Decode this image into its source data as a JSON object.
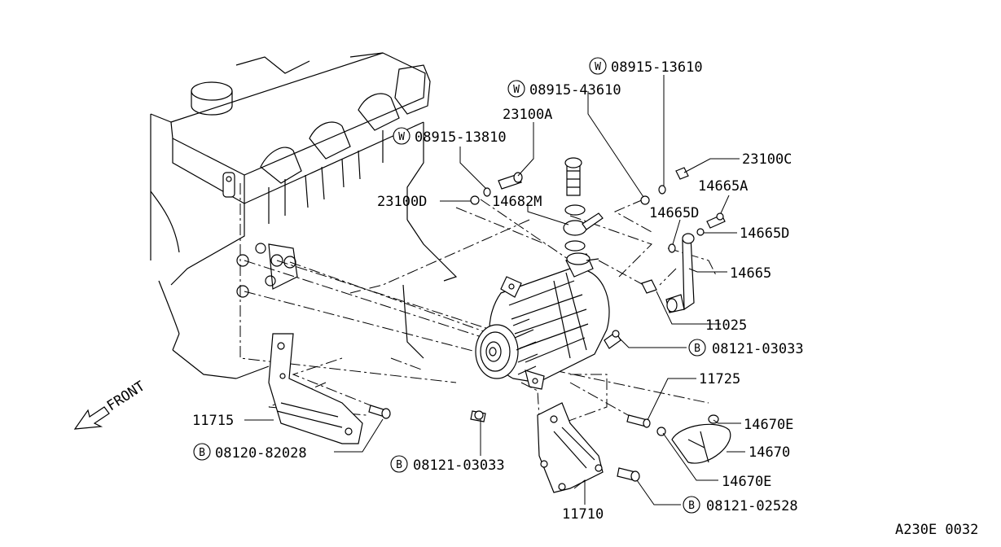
{
  "diagram_code": "A230E 0032",
  "front_label": "FRONT",
  "callouts": {
    "w_13610": {
      "prefix": "W",
      "number": "08915-13610"
    },
    "w_43610": {
      "prefix": "W",
      "number": "08915-43610"
    },
    "c_23100a": {
      "number": "23100A"
    },
    "w_13810": {
      "prefix": "W",
      "number": "08915-13810"
    },
    "c_23100c": {
      "number": "23100C"
    },
    "c_14665a": {
      "number": "14665A"
    },
    "c_23100d": {
      "number": "23100D"
    },
    "c_14682m": {
      "number": "14682M"
    },
    "c_14665d_top": {
      "number": "14665D"
    },
    "c_14665d_right": {
      "number": "14665D"
    },
    "c_14665": {
      "number": "14665"
    },
    "c_11025": {
      "number": "11025"
    },
    "b_03033_right": {
      "prefix": "B",
      "number": "08121-03033"
    },
    "c_11725": {
      "number": "11725"
    },
    "c_11715": {
      "number": "11715"
    },
    "c_14670e_top": {
      "number": "14670E"
    },
    "b_82028": {
      "prefix": "B",
      "number": "08120-82028"
    },
    "c_14670": {
      "number": "14670"
    },
    "b_03033_bottom": {
      "prefix": "B",
      "number": "08121-03033"
    },
    "c_14670e_bottom": {
      "number": "14670E"
    },
    "b_02528": {
      "prefix": "B",
      "number": "08121-02528"
    },
    "c_11710": {
      "number": "11710"
    }
  }
}
